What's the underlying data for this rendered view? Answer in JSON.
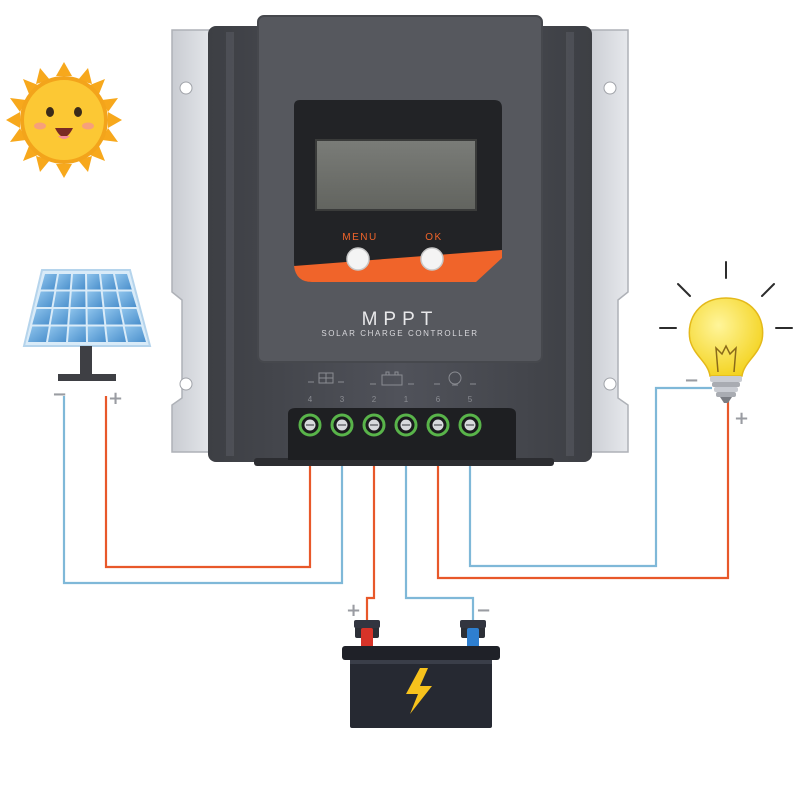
{
  "device": {
    "brand": "MPPT",
    "subtitle": "Solar Charge Controller",
    "buttons": [
      {
        "label": "MENU"
      },
      {
        "label": "OK"
      }
    ],
    "terminal_numbers": [
      "4",
      "3",
      "2",
      "1",
      "6",
      "5"
    ],
    "colors": {
      "body": "#4a4c52",
      "front_panel": "#55575d",
      "accent": "#f0642a",
      "lcd": "#6e706c",
      "terminal_ring": "#59b44a"
    }
  },
  "polarity_signs": {
    "panel_negative": "−",
    "panel_positive": "+",
    "battery_positive": "+",
    "battery_negative": "−",
    "load_negative": "−",
    "load_positive": "+"
  },
  "wire_colors": {
    "positive": "#e8582a",
    "negative": "#7fb8d8"
  },
  "icons": [
    "sun-icon",
    "solar-panel-icon",
    "battery-icon",
    "light-bulb-icon",
    "lightning-bolt-icon"
  ]
}
